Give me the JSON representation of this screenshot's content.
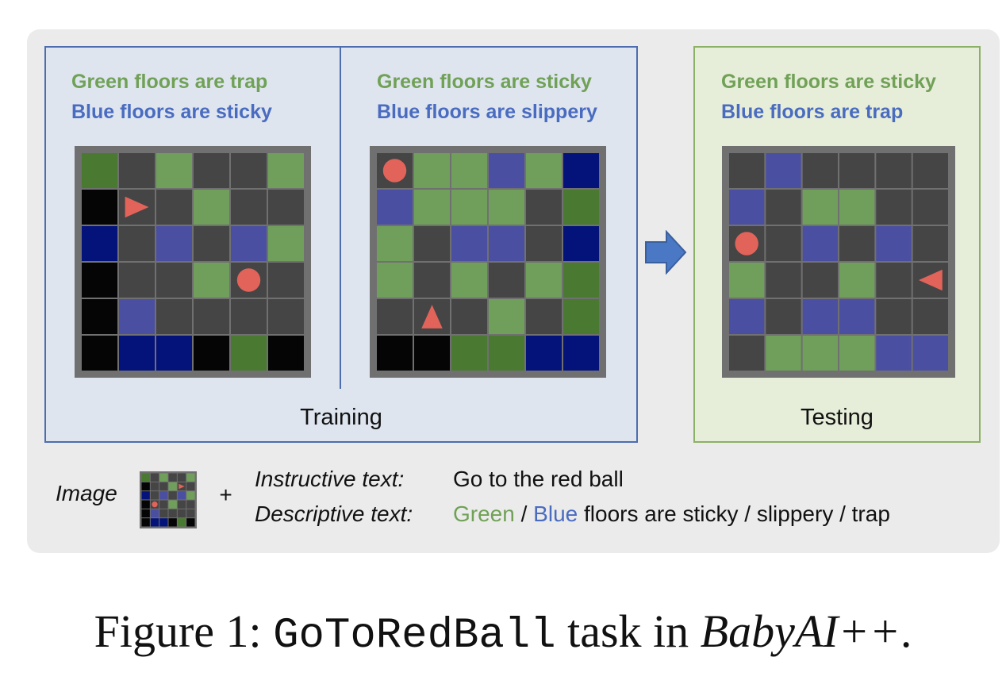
{
  "envs": [
    {
      "green_text": "Green floors are trap",
      "blue_text": "Blue floors are sticky"
    },
    {
      "green_text": "Green floors are sticky",
      "blue_text": "Blue floors are slippery"
    },
    {
      "green_text": "Green floors are sticky",
      "blue_text": "Blue floors are trap"
    }
  ],
  "labels": {
    "training": "Training",
    "testing": "Testing"
  },
  "legend": {
    "image_label": "Image",
    "plus": "+",
    "instructive_label": "Instructive text:",
    "instructive_value": "Go to the red ball",
    "descriptive_label": "Descriptive text:",
    "desc_green": "Green",
    "desc_sep": " / ",
    "desc_blue": "Blue",
    "desc_rest": " floors are sticky / slippery / trap"
  },
  "caption": {
    "prefix": "Figure 1: ",
    "task": "GoToRedBall",
    "mid": " task in ",
    "env": "BabyAI++",
    "end": "."
  },
  "colors": {
    "G": "#6f9f5a",
    "D": "#4a7a31",
    "B": "#4b4fa1",
    "N": "#03137a",
    "K": "#050505",
    "X": "#454545",
    "red": "#e2635a",
    "grid_line": "#6b6b6b"
  },
  "grids": [
    {
      "cells": [
        "DXGXXG",
        "KXXGXX",
        "NXBXBG",
        "KXXGXX",
        "KBXXXX",
        "KNNKDK"
      ],
      "objects": [
        {
          "type": "triangle-right",
          "row": 1,
          "col": 1
        },
        {
          "type": "ball",
          "row": 3,
          "col": 4
        }
      ]
    },
    {
      "cells": [
        "XGGBGN",
        "BGGGXD",
        "GXBBXN",
        "GXGXGD",
        "XXXGXD",
        "KKDDNN"
      ],
      "objects": [
        {
          "type": "ball",
          "row": 0,
          "col": 0
        },
        {
          "type": "triangle-up",
          "row": 4,
          "col": 1
        }
      ]
    },
    {
      "cells": [
        "XBXXXX",
        "BXGGXX",
        "XXBXBX",
        "GXXGXX",
        "BXBBXX",
        "XGGGBB"
      ],
      "objects": [
        {
          "type": "ball",
          "row": 2,
          "col": 0
        },
        {
          "type": "triangle-left",
          "row": 3,
          "col": 5
        }
      ]
    }
  ],
  "thumb": {
    "cells": [
      "DXGXXG",
      "KXXGXX",
      "NXBXBG",
      "KXXGXX",
      "KBXXXX",
      "KNNKDK"
    ],
    "objects": [
      {
        "type": "triangle-right",
        "row": 1,
        "col": 4
      },
      {
        "type": "ball",
        "row": 3,
        "col": 1
      }
    ]
  }
}
